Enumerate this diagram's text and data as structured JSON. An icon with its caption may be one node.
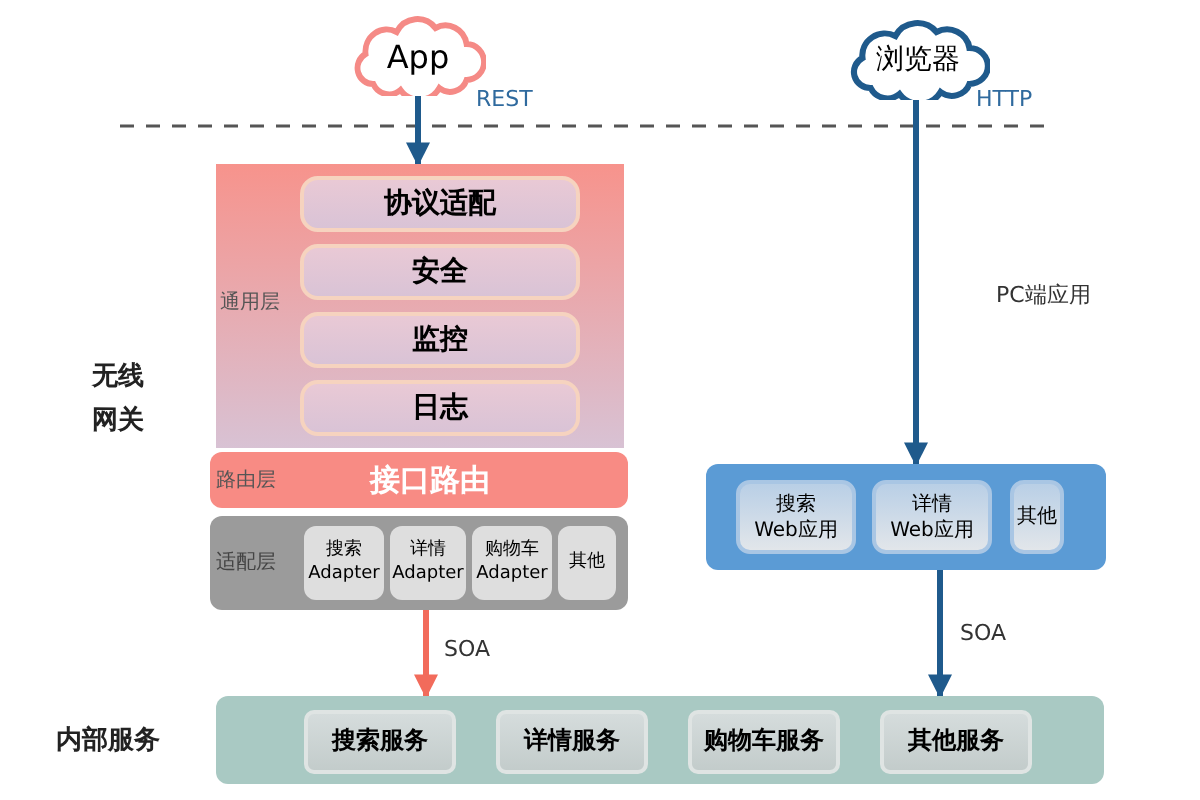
{
  "diagram": {
    "nodes": [
      {
        "text": [
          "App"
        ]
      },
      {
        "text": [
          "浏览器"
        ]
      },
      {
        "text": [
          "通用层"
        ]
      },
      {
        "text": [
          "协议适配"
        ],
        "in": 2
      },
      {
        "text": [
          "安全"
        ],
        "in": 2
      },
      {
        "text": [
          "监控"
        ],
        "in": 2
      },
      {
        "text": [
          "日志"
        ],
        "in": 2
      },
      {
        "text": [
          "路由层",
          "接口路由"
        ]
      },
      {
        "text": [
          "适配层"
        ]
      },
      {
        "text": [
          "搜索 Adapter"
        ],
        "in": 8
      },
      {
        "text": [
          "详情 Adapter"
        ],
        "in": 8
      },
      {
        "text": [
          "购物车 Adapter"
        ],
        "in": 8
      },
      {
        "text": [
          "其他"
        ],
        "in": 8
      },
      {
        "text": [],
        "shape": "box"
      },
      {
        "text": [
          "搜索 Web应用"
        ],
        "in": 13
      },
      {
        "text": [
          "详情 Web应用"
        ],
        "in": 13
      },
      {
        "text": [
          "其他"
        ],
        "in": 13
      },
      {
        "text": [
          "内部服务"
        ]
      },
      {
        "text": [
          "搜索服务"
        ],
        "in": 17
      },
      {
        "text": [
          "详情服务"
        ],
        "in": 17
      },
      {
        "text": [
          "购物车服务"
        ],
        "in": 17
      },
      {
        "text": [
          "其他服务"
        ],
        "in": 17
      }
    ],
    "edges": [
      {
        "from": 0,
        "to": 2,
        "arrow": "to"
      },
      {
        "from": 1,
        "to": 13,
        "arrow": "to",
        "label": "PC端应用"
      },
      {
        "from": 8,
        "to": 17,
        "arrow": "to",
        "label": "SOA",
        "color": "#f26b5b"
      },
      {
        "from": 13,
        "to": 17,
        "arrow": "to",
        "label": "SOA"
      }
    ],
    "labels": [
      "REST",
      "HTTP",
      "无线网关"
    ]
  }
}
